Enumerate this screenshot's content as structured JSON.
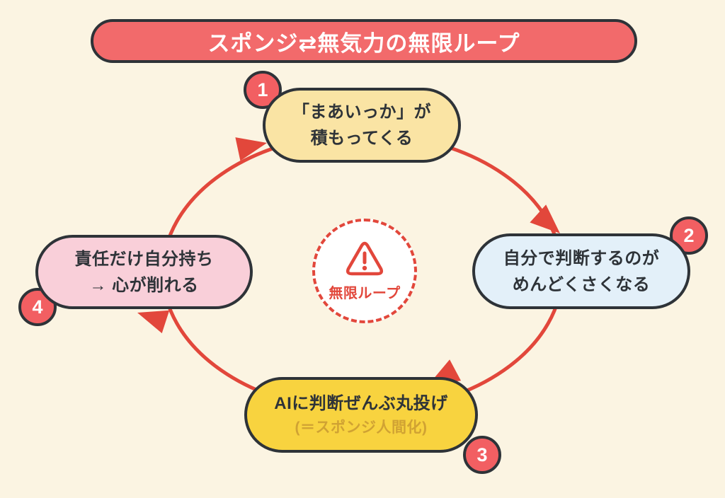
{
  "title": "スポンジ⇄無気力の無限ループ",
  "center": {
    "label": "無限ループ",
    "icon": "warning-triangle-icon"
  },
  "nodes": [
    {
      "number": "1",
      "lines": [
        "「まあいっか」が",
        "積もってくる"
      ]
    },
    {
      "number": "2",
      "lines": [
        "自分で判断するのが",
        "めんどくさくなる"
      ]
    },
    {
      "number": "3",
      "lines": [
        "AIに判断ぜんぶ丸投げ"
      ],
      "subtitle": "(＝スポンジ人間化)"
    },
    {
      "number": "4",
      "lines": [
        "責任だけ自分持ち",
        "→ 心が削れる"
      ]
    }
  ],
  "colors": {
    "background": "#FBF4E2",
    "banner_fill": "#F26A6B",
    "badge_fill": "#F25F62",
    "outline": "#2E3338",
    "arrow": "#E2473B",
    "node1_fill": "#FAE4A4",
    "node2_fill": "#E3F0F9",
    "node3_fill": "#F8D33F",
    "node4_fill": "#F9CFD9",
    "node3_subtitle_color": "#D0A233",
    "center_accent": "#E2473B"
  }
}
